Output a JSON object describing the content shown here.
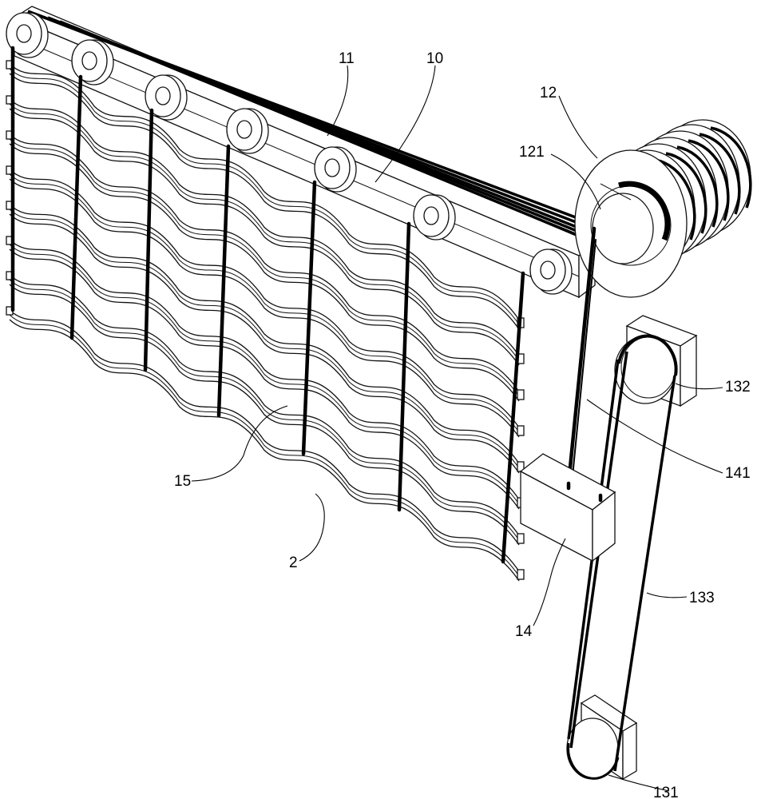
{
  "labels": {
    "l11": "11",
    "l10": "10",
    "l12": "12",
    "l121": "121",
    "l132": "132",
    "l141": "141",
    "l15": "15",
    "l2": "2",
    "l14": "14",
    "l133": "133",
    "l131": "131"
  }
}
